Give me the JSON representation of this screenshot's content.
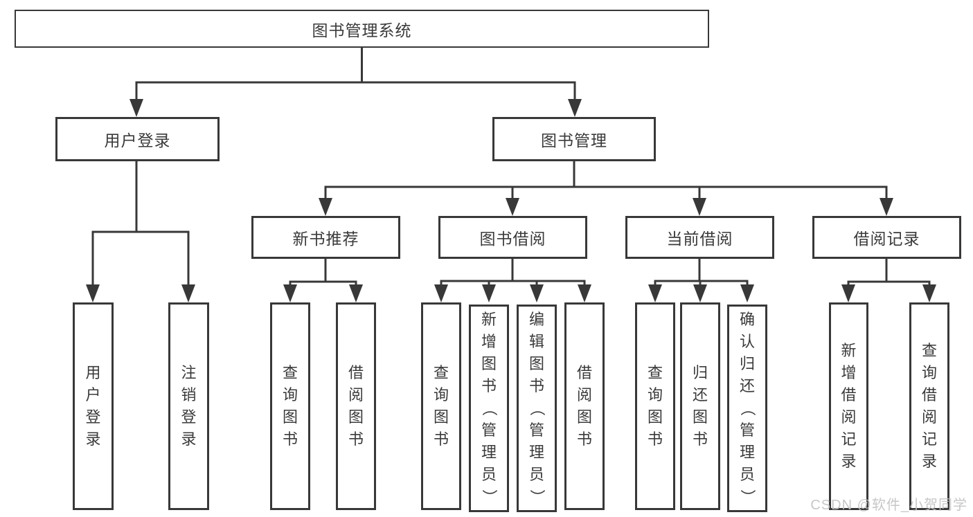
{
  "diagram": {
    "root_label": "图书管理系统",
    "branches": {
      "user_login": {
        "label": "用户登录",
        "children": [
          "用户登录",
          "注销登录"
        ]
      },
      "book_management": {
        "label": "图书管理",
        "sections": [
          {
            "label": "新书推荐",
            "children": [
              "查询图书",
              "借阅图书"
            ]
          },
          {
            "label": "图书借阅",
            "children": [
              "查询图书",
              "新增图书（管理员）",
              "编辑图书（管理员）",
              "借阅图书"
            ]
          },
          {
            "label": "当前借阅",
            "children": [
              "查询图书",
              "归还图书",
              "确认归还（管理员）"
            ]
          },
          {
            "label": "借阅记录",
            "children": [
              "新增借阅记录",
              "查询借阅记录"
            ]
          }
        ]
      }
    }
  },
  "watermark": "CSDN @软件_小贺同学",
  "colors": {
    "line": "#383838",
    "text": "#3a3a3a",
    "watermark": "#c3c3c3",
    "background": "#ffffff"
  }
}
